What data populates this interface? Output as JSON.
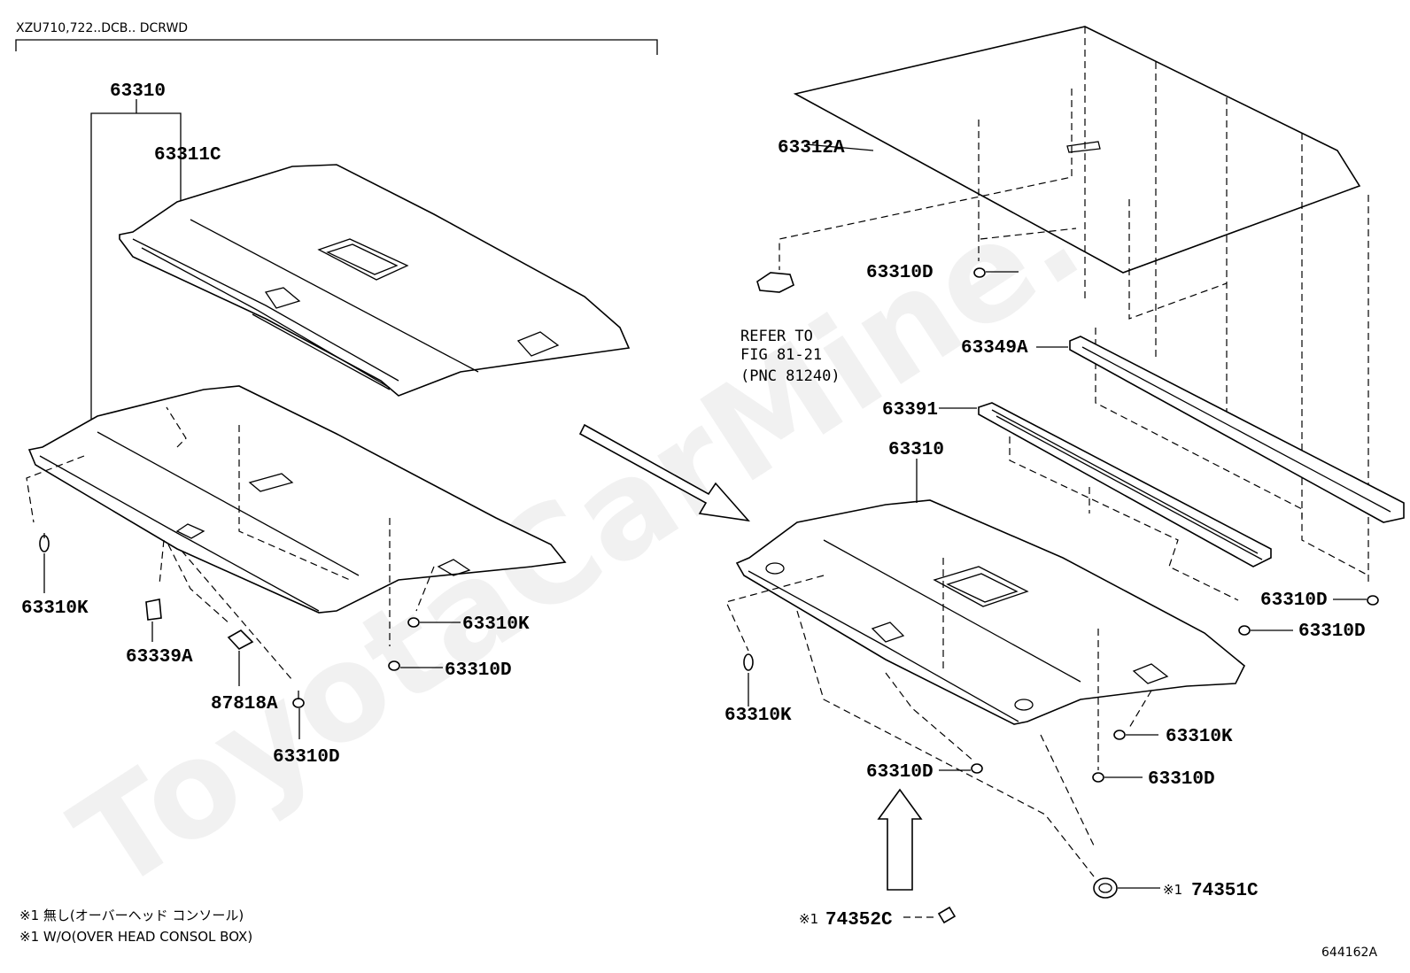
{
  "variant_note": "XZU710,722..DCB.. DCRWD",
  "footnotes": [
    "※1 無し(オーバーヘッド コンソール)",
    "※1 W/O(OVER HEAD CONSOL BOX)"
  ],
  "figure_id": "644162A",
  "watermark": "ToyotaCarMine.ru",
  "reference": {
    "line1": "REFER TO",
    "line2": "FIG 81-21",
    "line3": "(PNC 81240)"
  },
  "left_labels": {
    "assembly": "63310",
    "sub": "63311C",
    "clip_left": "63310K",
    "bracket": "63339A",
    "holder": "87818A",
    "clip_bottom": "63310D",
    "clip_right_k": "63310K",
    "clip_right_d": "63310D"
  },
  "right_labels": {
    "pad": "63312A",
    "clip_top": "63310D",
    "rail_a": "63349A",
    "rail_b": "63391",
    "assembly": "63310",
    "clip_rail_1": "63310D",
    "clip_rail_2": "63310D",
    "clip_left": "63310K",
    "clip_right_k": "63310K",
    "clip_center_d": "63310D",
    "clip_right_d": "63310D",
    "cap_c_mark": "※1",
    "cap_c": "74351C",
    "cap_b_mark": "※1",
    "cap_b": "74352C"
  }
}
